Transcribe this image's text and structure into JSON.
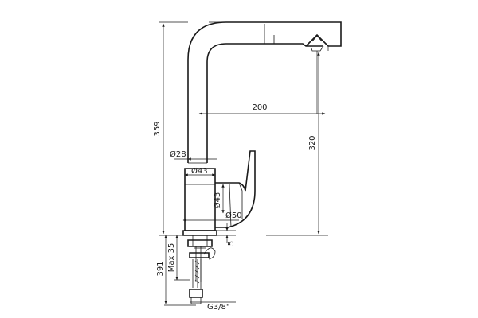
{
  "dimensions": {
    "total_height": "359",
    "spout_reach": "200",
    "spout_height": "320",
    "spout_tube_dia": "Ø28",
    "body_dia_top": "Ø43",
    "body_dia_side": "Ø43",
    "base_dia": "Ø50",
    "base_thickness": "5",
    "max_mount": "Max 35",
    "overall_height": "391",
    "hose_thread": "G3/8\""
  }
}
